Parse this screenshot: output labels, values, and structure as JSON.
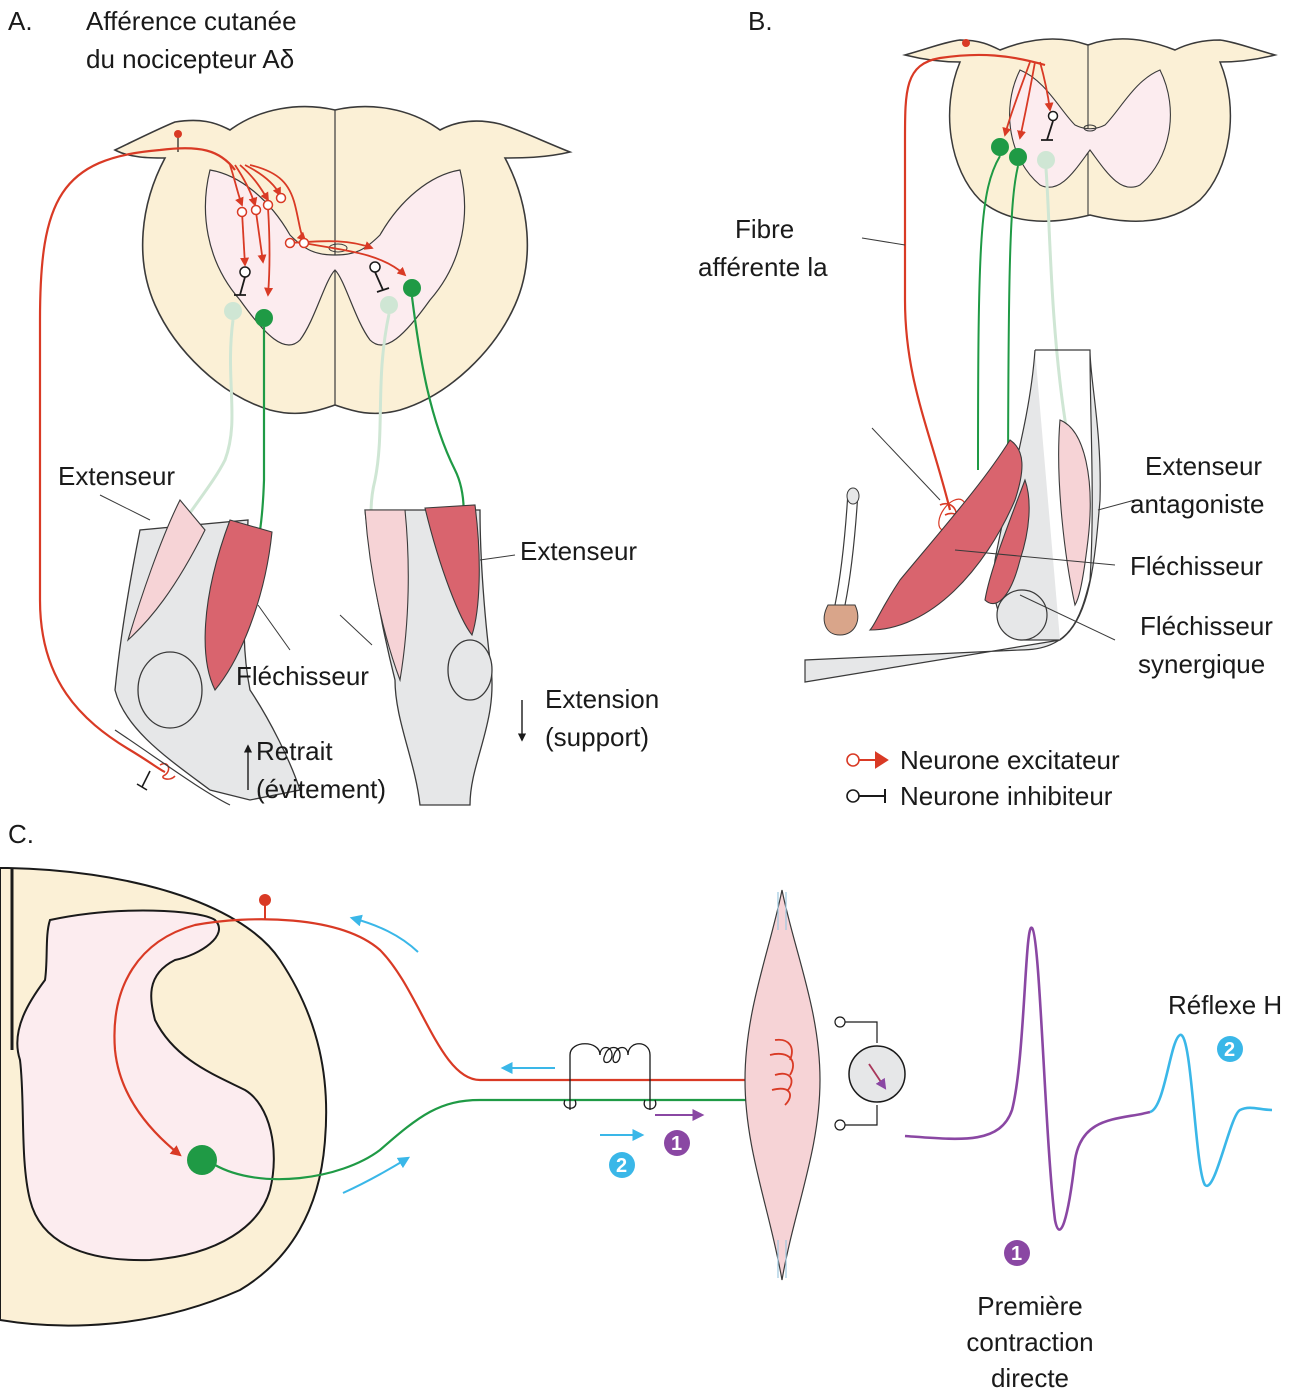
{
  "colors": {
    "excitatory": "#d93a25",
    "motor": "#1f9a45",
    "motor_pale": "#cfe6d4",
    "cord_fill": "#fbf0d6",
    "gray_matter": "#fcecef",
    "muscle": "#d9646e",
    "muscle_pale": "#f6d3d6",
    "bone": "#e6e7e8",
    "stim_blue": "#3ab7e8",
    "direct_purple": "#8a47a3"
  },
  "panelA": {
    "letter": "A.",
    "title_line1": "Afférence cutanée",
    "title_line2": "du nocicepteur Aδ",
    "label_extensor_left": "Extenseur",
    "label_extensor_right": "Extenseur",
    "label_flexor": "Fléchisseur",
    "label_withdrawal_line1": "Retrait",
    "label_withdrawal_line2": "(évitement)",
    "label_extension_line1": "Extension",
    "label_extension_line2": "(support)"
  },
  "panelB": {
    "letter": "B.",
    "label_fiber_line1": "Fibre",
    "label_fiber_line2": "afférente la",
    "label_antagonist_line1": "Extenseur",
    "label_antagonist_line2": "antagoniste",
    "label_flexor": "Fléchisseur",
    "label_synergist_line1": "Fléchisseur",
    "label_synergist_line2": "synergique"
  },
  "legend": {
    "excitatory": "Neurone excitateur",
    "inhibitory": "Neurone inhibiteur"
  },
  "panelC": {
    "letter": "C.",
    "label_hreflex": "Réflexe H",
    "label_direct_line1": "Première",
    "label_direct_line2": "contraction",
    "label_direct_line3": "directe",
    "badge_1": "1",
    "badge_2": "2"
  }
}
